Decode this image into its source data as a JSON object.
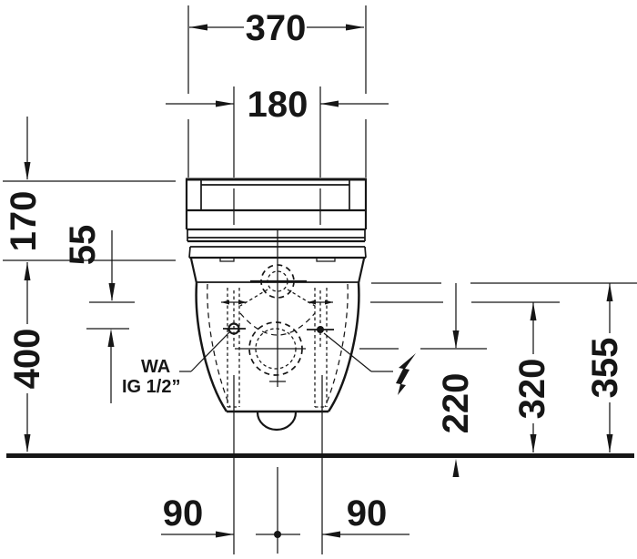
{
  "page": {
    "background": "#ffffff",
    "line_color": "#161616",
    "type": "technical-installation-drawing",
    "subject": "wall-hung toilet front view"
  },
  "dimensions": {
    "overall_width": "370",
    "fixing_hole_spacing": "180",
    "cover_height": "170",
    "fixing_offset": "55",
    "mounting_height": "400",
    "outlet_center_height": "220",
    "fixing_height": "320",
    "water_connection_height": "355",
    "bottom_offset_left": "90",
    "bottom_offset_right": "90"
  },
  "annotations": {
    "water_connection_abbr": "WA",
    "water_connection_thread": "IG 1/2”",
    "electrical_symbol": "lightning-bolt"
  }
}
